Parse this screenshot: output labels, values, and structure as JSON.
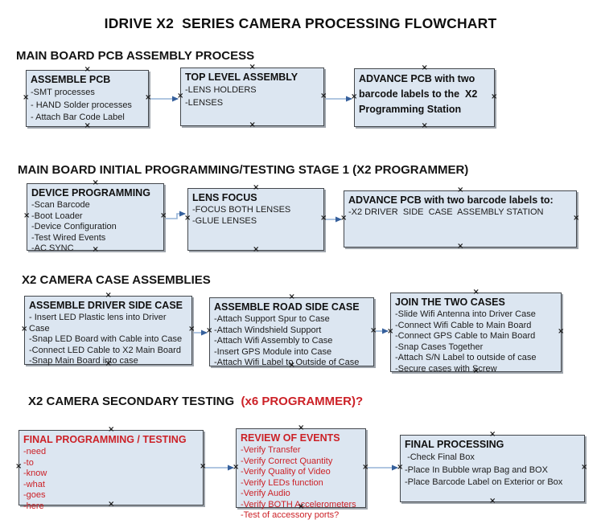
{
  "title": "IDRIVE X2  SERIES CAMERA PROCESSING FLOWCHART",
  "colors": {
    "box_fill": "#dce6f1",
    "box_border": "#43474c",
    "red_text": "#cc2127",
    "arrow_line": "#95b3d7",
    "arrow_head": "#36609c"
  },
  "sections": [
    {
      "heading": "MAIN BOARD PCB ASSEMBLY PROCESS",
      "heading_suffix": "",
      "boxes": [
        {
          "title": "ASSEMBLE PCB",
          "items": [
            "-SMT processes",
            "- HAND Solder processes",
            "- Attach Bar Code Label"
          ]
        },
        {
          "title": "TOP LEVEL ASSEMBLY",
          "items": [
            "-LENS HOLDERS",
            "-LENSES"
          ]
        },
        {
          "title": "ADVANCE PCB with two barcode labels to the  X2 Programming Station",
          "items": []
        }
      ]
    },
    {
      "heading": "MAIN BOARD INITIAL PROGRAMMING/TESTING STAGE 1 (X2 PROGRAMMER)",
      "heading_suffix": "",
      "boxes": [
        {
          "title": "DEVICE PROGRAMMING",
          "items": [
            "-Scan Barcode",
            "-Boot Loader",
            "-Device Configuration",
            "-Test Wired Events",
            "-AC SYNC"
          ]
        },
        {
          "title": "LENS FOCUS",
          "items": [
            "-FOCUS BOTH LENSES",
            "-GLUE LENSES"
          ]
        },
        {
          "title": "ADVANCE PCB with two barcode labels to:",
          "items": [
            "-X2 DRIVER  SIDE  CASE  ASSEMBLY STATION"
          ]
        }
      ]
    },
    {
      "heading": "X2 CAMERA CASE ASSEMBLIES",
      "heading_suffix": "",
      "boxes": [
        {
          "title": "ASSEMBLE DRIVER SIDE CASE",
          "items": [
            "- Insert LED Plastic lens into Driver Case",
            "-Snap LED Board with Cable into Case",
            "-Connect LED Cable to X2 Main Board",
            "-Snap Main Board into case"
          ]
        },
        {
          "title": "ASSEMBLE ROAD SIDE CASE",
          "items": [
            "-Attach Support Spur to Case",
            "-Attach Windshield Support",
            "-Attach Wifi Assembly to Case",
            "-Insert GPS Module into Case",
            "-Attach Wifi Label to Outside of Case"
          ]
        },
        {
          "title": "JOIN THE TWO CASES",
          "items": [
            "-Slide Wifi Antenna into Driver Case",
            "-Connect Wifi Cable to Main Board",
            "-Connect GPS Cable to Main Board",
            "-Snap Cases Together",
            "-Attach S/N Label to outside of case",
            "-Secure cases with Screw"
          ]
        }
      ]
    },
    {
      "heading": "X2 CAMERA SECONDARY TESTING ",
      "heading_suffix": " (x6 PROGRAMMER)?",
      "boxes": [
        {
          "title": "FINAL PROGRAMMING / TESTING",
          "items": [
            "-need",
            "-to",
            "-know",
            "-what",
            "-goes",
            "-here"
          ]
        },
        {
          "title": "REVIEW OF EVENTS",
          "items": [
            "-Verify Transfer",
            "-Verify Correct Quantity",
            "-Verify Quality of Video",
            "-Verify LEDs function",
            "-Verify Audio",
            "-Verify BOTH Accelerometers",
            "-Test of accessory ports?"
          ]
        },
        {
          "title": "FINAL PROCESSING",
          "items": [
            " -Check Final Box",
            "-Place In Bubble wrap Bag and BOX",
            "-Place Barcode Label on Exterior or Box"
          ]
        }
      ]
    }
  ]
}
